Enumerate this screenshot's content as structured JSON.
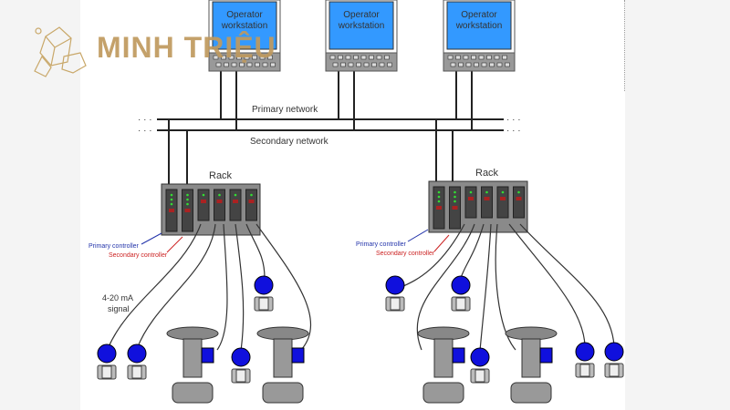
{
  "brand": {
    "name": "MINH TRIỆU",
    "color": "#bf9a5e"
  },
  "workstations": [
    {
      "label_line1": "Operator",
      "label_line2": "workstation"
    },
    {
      "label_line1": "Operator",
      "label_line2": "workstation"
    },
    {
      "label_line1": "Operator",
      "label_line2": "workstation"
    }
  ],
  "networks": {
    "primary": "Primary network",
    "secondary": "Secondary network",
    "ellipsis": "· · ·"
  },
  "racks": [
    {
      "label": "Rack",
      "primary_controller": "Primary controller",
      "secondary_controller": "Secondary controller"
    },
    {
      "label": "Rack",
      "primary_controller": "Primary controller",
      "secondary_controller": "Secondary controller"
    }
  ],
  "signal_label": {
    "line1": "4-20 mA",
    "line2": "signal"
  },
  "colors": {
    "screen": "#3399ff",
    "device_blue": "#1010dd",
    "rack": "#8a8a8a",
    "primary_arrow": "#2233aa",
    "secondary_arrow": "#cc2222"
  }
}
